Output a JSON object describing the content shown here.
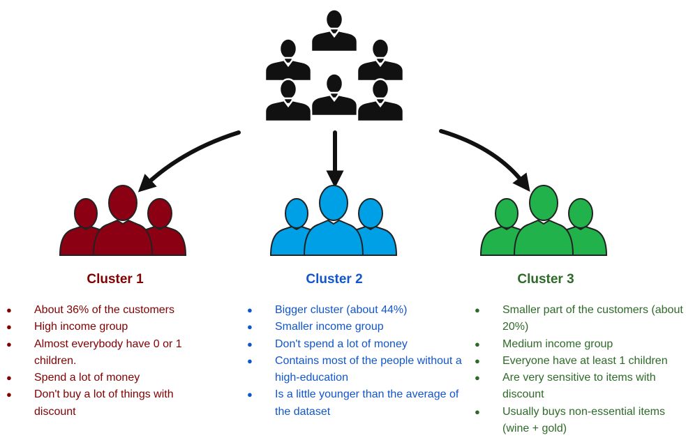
{
  "colors": {
    "ink": "#111111",
    "cluster_1": "#800000",
    "cluster_2": "#1155cc",
    "cluster_3": "#2d6a27",
    "cluster_1_icon": "#8b0012",
    "cluster_2_icon": "#00a0e6",
    "cluster_3_icon": "#22b24c"
  },
  "icons": {
    "population": "business-people-group-icon",
    "cluster_group": "people-group-silhouette-icon",
    "flow": "curved-arrow-icon"
  },
  "clusters": [
    {
      "title": "Cluster 1",
      "color": "#800000",
      "items": [
        "About 36% of the customers",
        "High income group",
        "Almost everybody have 0 or 1 children.",
        "Spend a lot of money",
        "Don't buy a lot of things with discount"
      ]
    },
    {
      "title": "Cluster 2",
      "color": "#1155cc",
      "items": [
        "Bigger cluster (about 44%)",
        "Smaller income group",
        "Don't spend a lot of money",
        "Contains most of the people without a high-education",
        "Is a little younger than the average of the dataset"
      ]
    },
    {
      "title": "Cluster 3",
      "color": "#2d6a27",
      "items": [
        "Smaller part of the customers (about 20%)",
        "Medium income group",
        "Everyone have at least 1 children",
        "Are very sensitive to items with discount",
        "Usually buys non-essential items (wine + gold)"
      ]
    }
  ]
}
